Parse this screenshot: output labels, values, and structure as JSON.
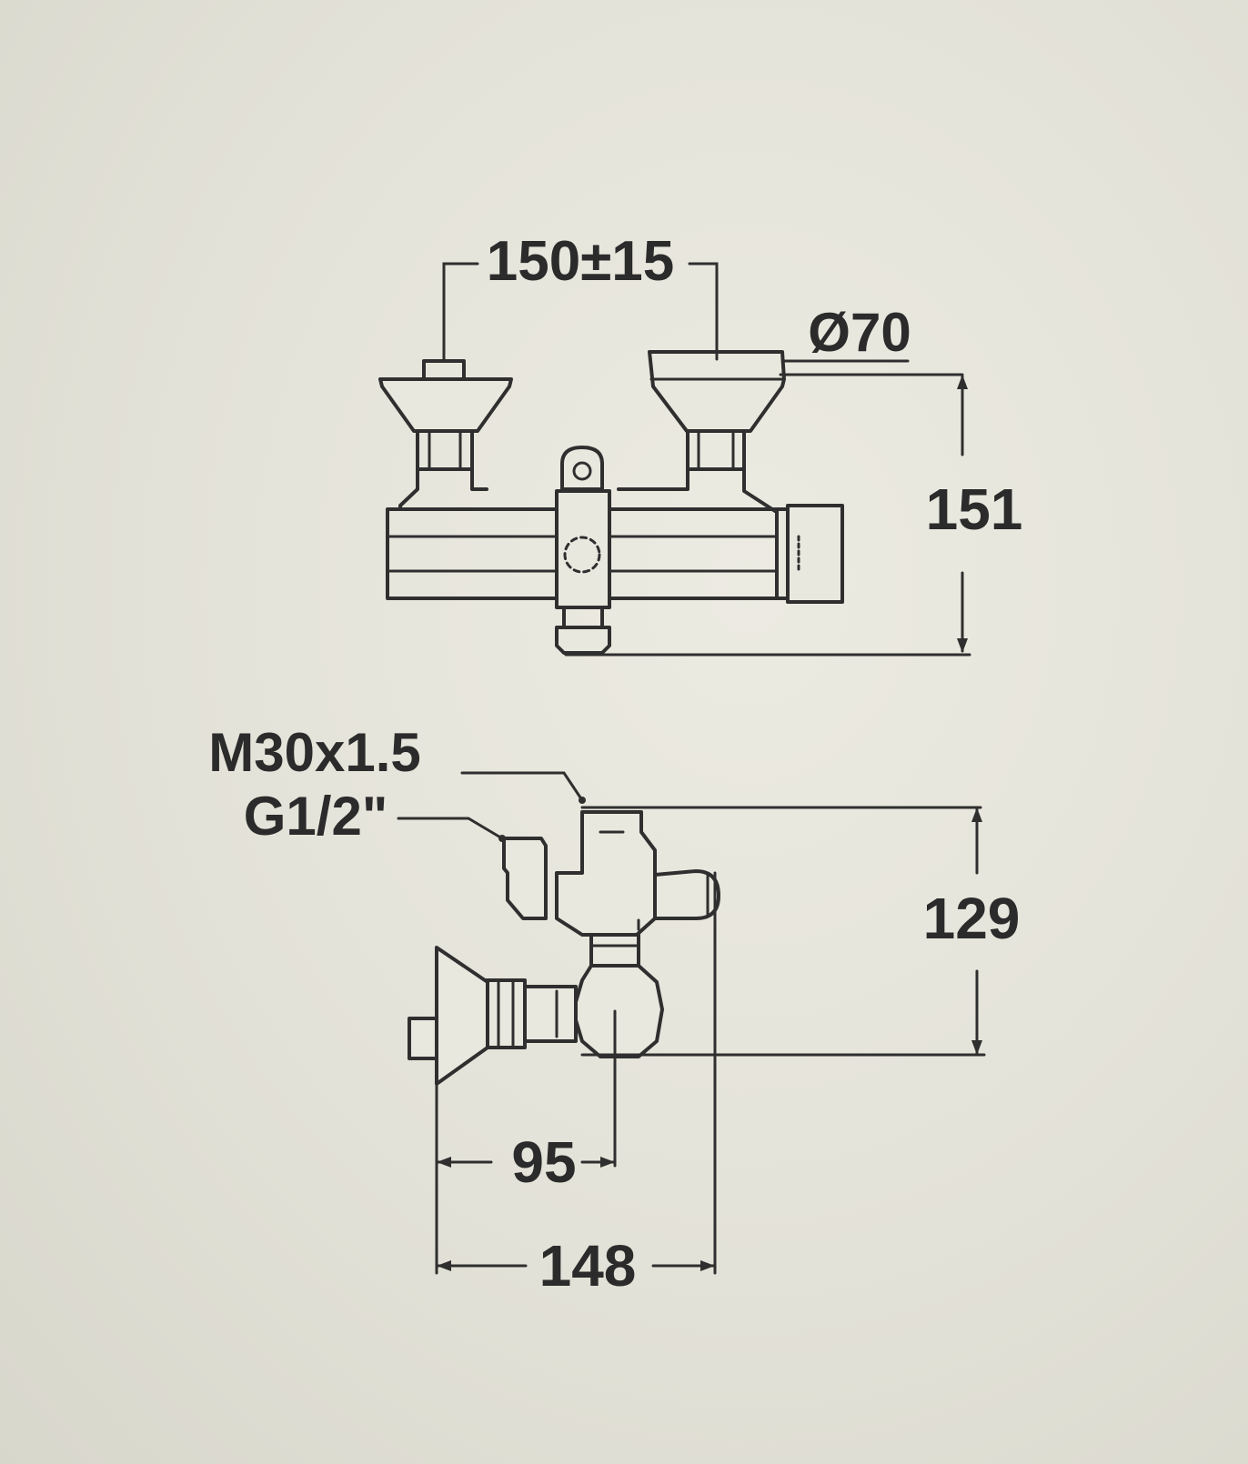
{
  "diagram": {
    "front_view": {
      "dimensions": {
        "inlet_spacing": "150±15",
        "handle_diameter": "Ø70",
        "overall_height": "151"
      }
    },
    "side_view": {
      "callouts": {
        "thread_outlet": "M30x1.5",
        "thread_inlet": "G1/2\""
      },
      "dimensions": {
        "height": "129",
        "depth_to_outlet": "95",
        "overall_depth": "148"
      }
    }
  }
}
